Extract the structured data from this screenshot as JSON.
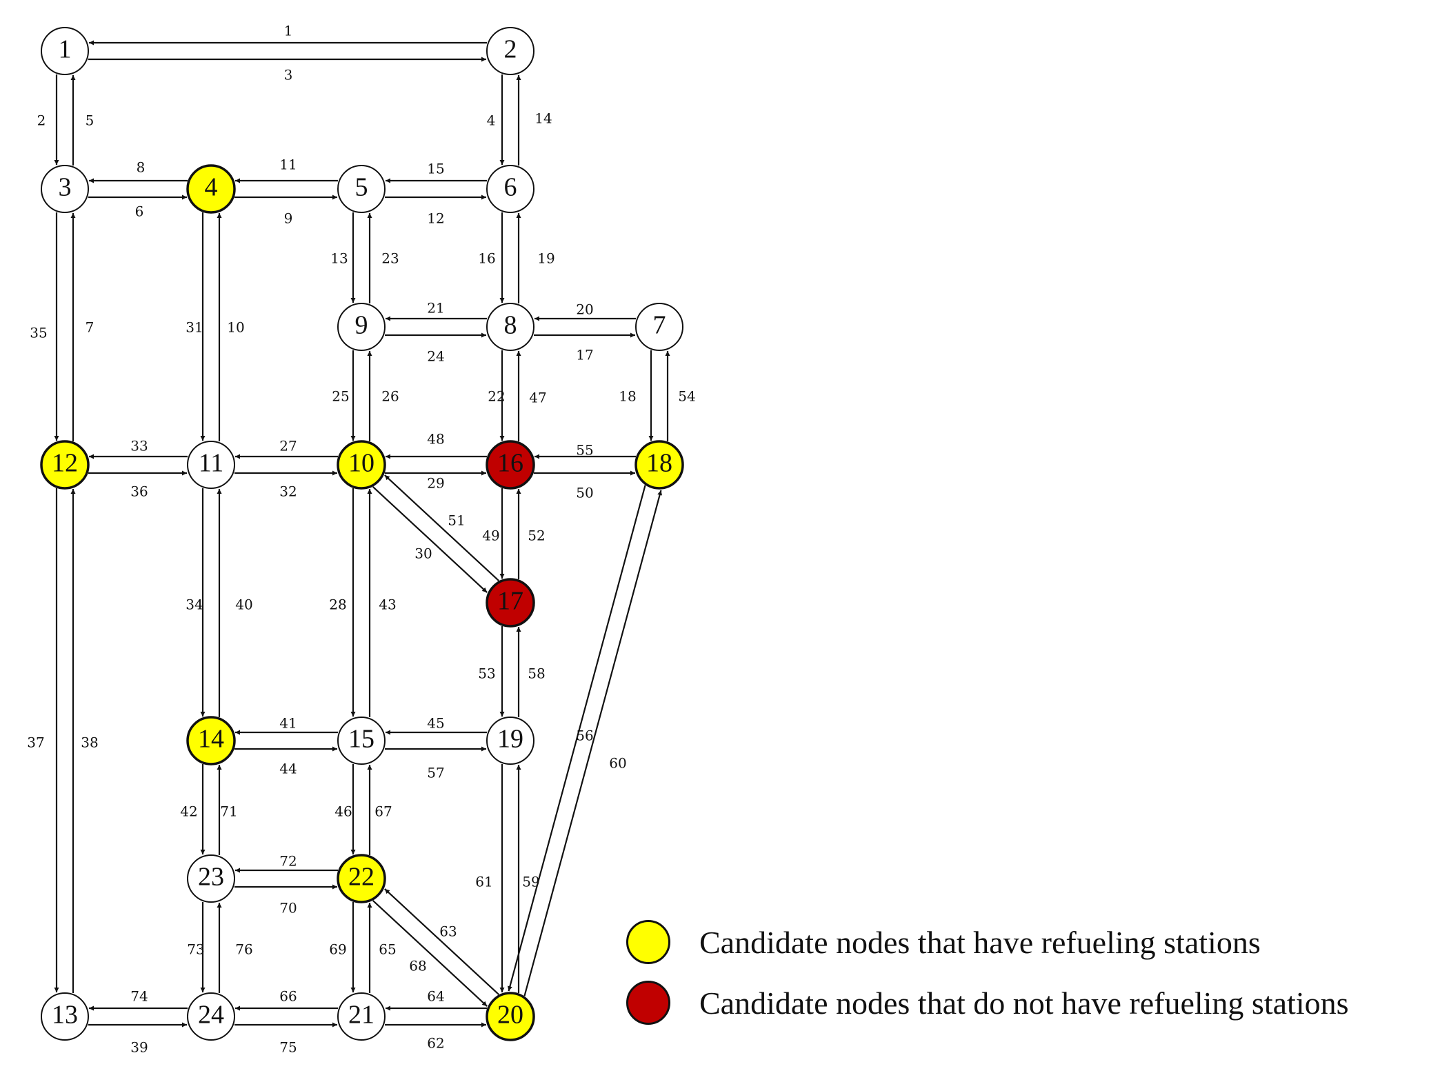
{
  "colors": {
    "candidate_with_station": "#FFFF00",
    "candidate_without_station": "#C00000",
    "regular": "#FFFFFF",
    "stroke": "#111111"
  },
  "nodes": [
    {
      "id": "1",
      "type": "regular"
    },
    {
      "id": "2",
      "type": "regular"
    },
    {
      "id": "3",
      "type": "regular"
    },
    {
      "id": "4",
      "type": "candidate_with_station"
    },
    {
      "id": "5",
      "type": "regular"
    },
    {
      "id": "6",
      "type": "regular"
    },
    {
      "id": "7",
      "type": "regular"
    },
    {
      "id": "8",
      "type": "regular"
    },
    {
      "id": "9",
      "type": "regular"
    },
    {
      "id": "10",
      "type": "candidate_with_station"
    },
    {
      "id": "11",
      "type": "regular"
    },
    {
      "id": "12",
      "type": "candidate_with_station"
    },
    {
      "id": "13",
      "type": "regular"
    },
    {
      "id": "14",
      "type": "candidate_with_station"
    },
    {
      "id": "15",
      "type": "regular"
    },
    {
      "id": "16",
      "type": "candidate_without_station"
    },
    {
      "id": "17",
      "type": "candidate_without_station"
    },
    {
      "id": "18",
      "type": "candidate_with_station"
    },
    {
      "id": "19",
      "type": "regular"
    },
    {
      "id": "20",
      "type": "candidate_with_station"
    },
    {
      "id": "21",
      "type": "regular"
    },
    {
      "id": "22",
      "type": "candidate_with_station"
    },
    {
      "id": "23",
      "type": "regular"
    },
    {
      "id": "24",
      "type": "regular"
    }
  ],
  "edges": [
    {
      "id": "1",
      "from": "1",
      "to": "2"
    },
    {
      "id": "2",
      "from": "1",
      "to": "3"
    },
    {
      "id": "3",
      "from": "2",
      "to": "1"
    },
    {
      "id": "4",
      "from": "2",
      "to": "6"
    },
    {
      "id": "5",
      "from": "3",
      "to": "1"
    },
    {
      "id": "6",
      "from": "3",
      "to": "4"
    },
    {
      "id": "7",
      "from": "12",
      "to": "3"
    },
    {
      "id": "8",
      "from": "4",
      "to": "3"
    },
    {
      "id": "9",
      "from": "4",
      "to": "5"
    },
    {
      "id": "10",
      "from": "4",
      "to": "11"
    },
    {
      "id": "11",
      "from": "5",
      "to": "4"
    },
    {
      "id": "12",
      "from": "5",
      "to": "6"
    },
    {
      "id": "13",
      "from": "5",
      "to": "9"
    },
    {
      "id": "14",
      "from": "6",
      "to": "2"
    },
    {
      "id": "15",
      "from": "6",
      "to": "5"
    },
    {
      "id": "16",
      "from": "6",
      "to": "8"
    },
    {
      "id": "17",
      "from": "7",
      "to": "8"
    },
    {
      "id": "18",
      "from": "7",
      "to": "18"
    },
    {
      "id": "19",
      "from": "8",
      "to": "6"
    },
    {
      "id": "20",
      "from": "8",
      "to": "7"
    },
    {
      "id": "21",
      "from": "8",
      "to": "9"
    },
    {
      "id": "22",
      "from": "8",
      "to": "16"
    },
    {
      "id": "23",
      "from": "9",
      "to": "5"
    },
    {
      "id": "24",
      "from": "9",
      "to": "8"
    },
    {
      "id": "25",
      "from": "9",
      "to": "10"
    },
    {
      "id": "26",
      "from": "10",
      "to": "9"
    },
    {
      "id": "27",
      "from": "10",
      "to": "11"
    },
    {
      "id": "28",
      "from": "10",
      "to": "15"
    },
    {
      "id": "29",
      "from": "10",
      "to": "16"
    },
    {
      "id": "30",
      "from": "10",
      "to": "17"
    },
    {
      "id": "31",
      "from": "11",
      "to": "4"
    },
    {
      "id": "32",
      "from": "11",
      "to": "10"
    },
    {
      "id": "33",
      "from": "11",
      "to": "12"
    },
    {
      "id": "34",
      "from": "11",
      "to": "14"
    },
    {
      "id": "35",
      "from": "3",
      "to": "12"
    },
    {
      "id": "36",
      "from": "12",
      "to": "11"
    },
    {
      "id": "37",
      "from": "12",
      "to": "13"
    },
    {
      "id": "38",
      "from": "13",
      "to": "12"
    },
    {
      "id": "39",
      "from": "13",
      "to": "24"
    },
    {
      "id": "40",
      "from": "14",
      "to": "11"
    },
    {
      "id": "41",
      "from": "14",
      "to": "15"
    },
    {
      "id": "42",
      "from": "14",
      "to": "23"
    },
    {
      "id": "43",
      "from": "15",
      "to": "10"
    },
    {
      "id": "44",
      "from": "15",
      "to": "14"
    },
    {
      "id": "45",
      "from": "15",
      "to": "19"
    },
    {
      "id": "46",
      "from": "15",
      "to": "22"
    },
    {
      "id": "47",
      "from": "16",
      "to": "8"
    },
    {
      "id": "48",
      "from": "16",
      "to": "10"
    },
    {
      "id": "49",
      "from": "17",
      "to": "16"
    },
    {
      "id": "50",
      "from": "16",
      "to": "18"
    },
    {
      "id": "51",
      "from": "17",
      "to": "10"
    },
    {
      "id": "52",
      "from": "16",
      "to": "17"
    },
    {
      "id": "53",
      "from": "17",
      "to": "19"
    },
    {
      "id": "54",
      "from": "18",
      "to": "7"
    },
    {
      "id": "55",
      "from": "18",
      "to": "16"
    },
    {
      "id": "56",
      "from": "18",
      "to": "20"
    },
    {
      "id": "57",
      "from": "19",
      "to": "15"
    },
    {
      "id": "58",
      "from": "19",
      "to": "17"
    },
    {
      "id": "59",
      "from": "19",
      "to": "20"
    },
    {
      "id": "60",
      "from": "20",
      "to": "18"
    },
    {
      "id": "61",
      "from": "20",
      "to": "19"
    },
    {
      "id": "62",
      "from": "20",
      "to": "21"
    },
    {
      "id": "63",
      "from": "20",
      "to": "22"
    },
    {
      "id": "64",
      "from": "21",
      "to": "20"
    },
    {
      "id": "65",
      "from": "21",
      "to": "22"
    },
    {
      "id": "66",
      "from": "21",
      "to": "24"
    },
    {
      "id": "67",
      "from": "22",
      "to": "15"
    },
    {
      "id": "68",
      "from": "22",
      "to": "20"
    },
    {
      "id": "69",
      "from": "22",
      "to": "21"
    },
    {
      "id": "70",
      "from": "23",
      "to": "22"
    },
    {
      "id": "71",
      "from": "23",
      "to": "14"
    },
    {
      "id": "72",
      "from": "22",
      "to": "23"
    },
    {
      "id": "73",
      "from": "23",
      "to": "24"
    },
    {
      "id": "74",
      "from": "24",
      "to": "13"
    },
    {
      "id": "75",
      "from": "24",
      "to": "21"
    },
    {
      "id": "76",
      "from": "24",
      "to": "23"
    }
  ],
  "legend": [
    {
      "label": "Candidate nodes that have refueling stations",
      "type": "candidate_with_station"
    },
    {
      "label": "Candidate nodes that do not have refueling stations",
      "type": "candidate_without_station"
    }
  ]
}
